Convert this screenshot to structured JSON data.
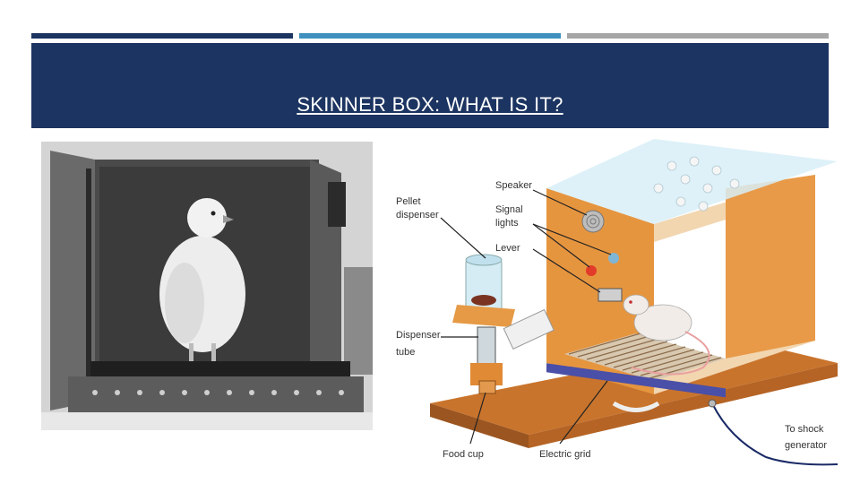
{
  "slide": {
    "title": "SKINNER BOX: WHAT IS IT?"
  },
  "diagram": {
    "labels": {
      "pellet_dispenser_line1": "Pellet",
      "pellet_dispenser_line2": "dispenser",
      "speaker": "Speaker",
      "signal_lights_line1": "Signal",
      "signal_lights_line2": "lights",
      "lever": "Lever",
      "dispenser_tube_line1": "Dispenser",
      "dispenser_tube_line2": "tube",
      "food_cup": "Food cup",
      "electric_grid": "Electric grid",
      "to_shock_generator_line1": "To shock",
      "to_shock_generator_line2": "generator"
    }
  },
  "colors": {
    "header_bg": "#1c3461",
    "accent_bar_1": "#1c3461",
    "accent_bar_2": "#3f8fbf",
    "accent_bar_3": "#a6a6a6",
    "box_wood": "#d98a3a"
  }
}
